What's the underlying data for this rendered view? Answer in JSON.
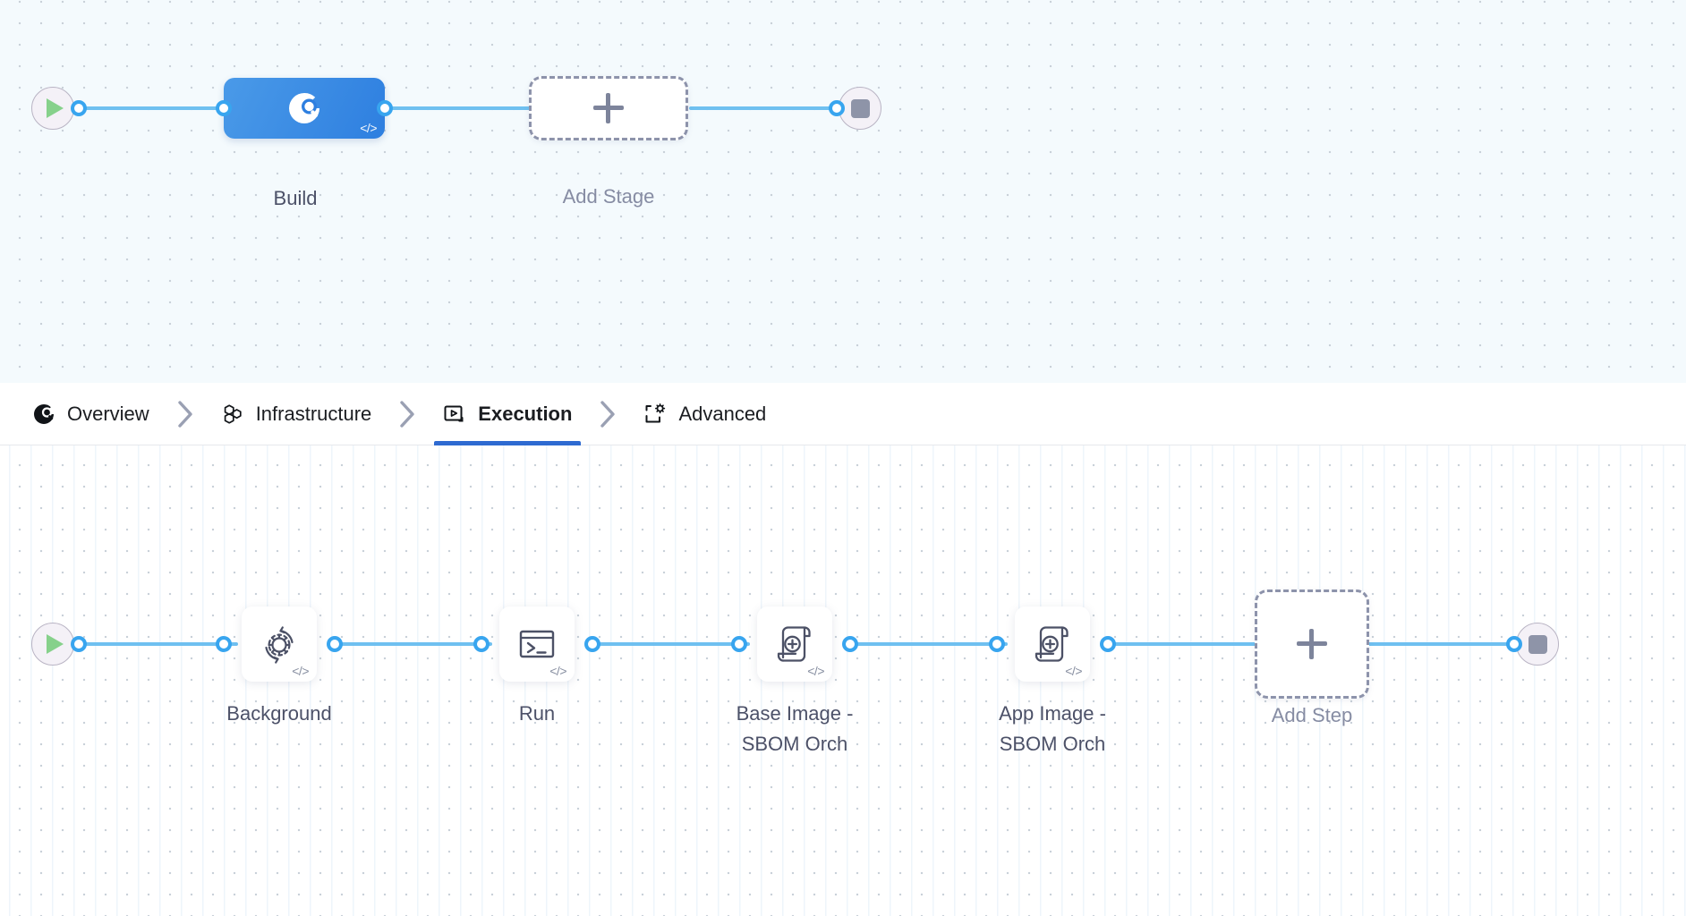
{
  "theme": {
    "accent_blue": "#2e6ad1",
    "wire_blue": "#6fc0f0",
    "connector_blue": "#38a5ef",
    "stage_blue": "#2e7fe0",
    "label_gray": "#4c5168",
    "muted_gray": "#868ca3",
    "dashed_gray": "#8d93ab",
    "play_green": "#86d18b",
    "stop_gray": "#8e94a8",
    "canvas_top_bg": "#f4fafd",
    "canvas_bottom_bg": "#ffffff"
  },
  "stage_graph": {
    "start_node": {
      "name": "start-node",
      "icon": "play-icon"
    },
    "end_node": {
      "name": "end-node",
      "icon": "stop-icon"
    },
    "nodes": [
      {
        "id": "build",
        "label": "Build",
        "icon": "pipeline-build-icon",
        "badge": "</>",
        "type": "stage",
        "selected": true
      },
      {
        "id": "add-stage",
        "label": "Add Stage",
        "icon": "plus-icon",
        "type": "add"
      }
    ]
  },
  "tabs": {
    "separator": "›",
    "items": [
      {
        "id": "overview",
        "label": "Overview",
        "icon": "overview-icon",
        "active": false
      },
      {
        "id": "infrastructure",
        "label": "Infrastructure",
        "icon": "infrastructure-icon",
        "active": false
      },
      {
        "id": "execution",
        "label": "Execution",
        "icon": "execution-icon",
        "active": true
      },
      {
        "id": "advanced",
        "label": "Advanced",
        "icon": "advanced-icon",
        "active": false
      }
    ]
  },
  "step_graph": {
    "start_node": {
      "name": "start-node",
      "icon": "play-icon"
    },
    "end_node": {
      "name": "end-node",
      "icon": "stop-icon"
    },
    "steps": [
      {
        "id": "background",
        "label": "Background",
        "icon": "gear-refresh-icon",
        "badge": "</>"
      },
      {
        "id": "run",
        "label": "Run",
        "icon": "terminal-icon",
        "badge": "</>"
      },
      {
        "id": "base-image-sbom-orch",
        "label": "Base Image -\nSBOM Orch",
        "icon": "sbom-scroll-icon",
        "badge": "</>"
      },
      {
        "id": "app-image-sbom-orch",
        "label": "App Image -\nSBOM Orch",
        "icon": "sbom-scroll-icon",
        "badge": "</>"
      },
      {
        "id": "add-step",
        "label": "Add Step",
        "icon": "plus-icon",
        "type": "add"
      }
    ]
  }
}
